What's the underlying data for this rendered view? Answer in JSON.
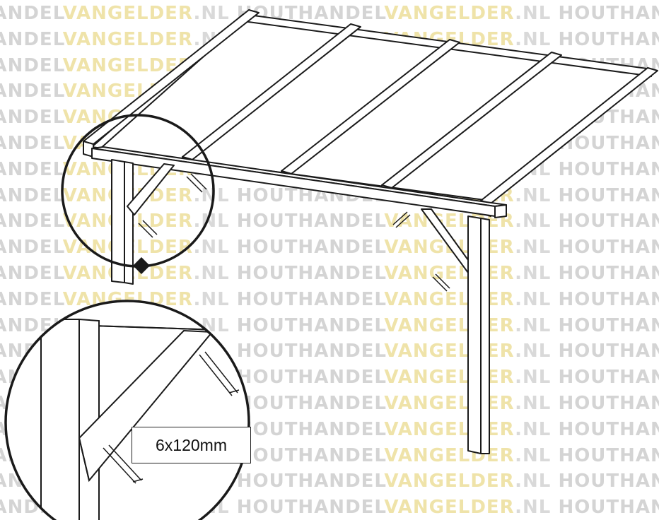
{
  "watermark": {
    "part1": "HOUTHANDEL",
    "part2": "VANGELDER",
    "part3": ".NL"
  },
  "detail": {
    "screw_spec": "6x120mm"
  },
  "colors": {
    "line": "#1a1a1a",
    "watermark_grey": "#d4d4d4",
    "watermark_yellow": "#efe3a9"
  }
}
